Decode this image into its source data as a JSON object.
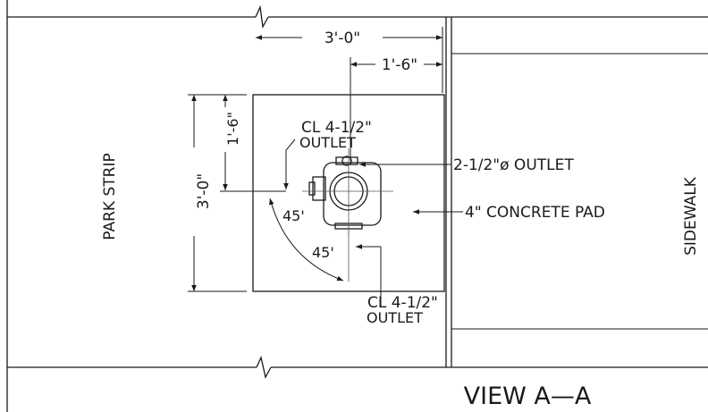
{
  "drawing": {
    "left_label": "PARK STRIP",
    "right_label": "SIDEWALK",
    "view_title": "VIEW A—A",
    "dim_top_overall": "3'-0\"",
    "dim_top_offset": "1'-6\"",
    "dim_left_overall": "3'-0\"",
    "dim_left_offset": "1'-6\"",
    "callout_cl_top_line1": "CL 4-1/2\"",
    "callout_cl_top_line2": "OUTLET",
    "callout_outlet_side": "2-1/2\"ø OUTLET",
    "callout_pad": "4\" CONCRETE PAD",
    "callout_cl_bottom_line1": "CL 4-1/2\"",
    "callout_cl_bottom_line2": "OUTLET",
    "angle_upper": "45'",
    "angle_lower": "45'"
  }
}
